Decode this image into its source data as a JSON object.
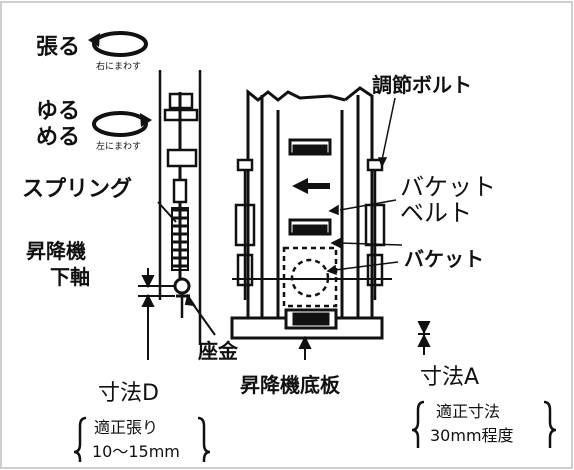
{
  "labels": {
    "tighten": "張る",
    "tighten_note": "右にまわす",
    "loosen_line1": "ゆる",
    "loosen_line2": "める",
    "loosen_note": "左にまわす",
    "spring": "スプリング",
    "lower_shaft_line1": "昇降機",
    "lower_shaft_line2": "下軸",
    "washer": "座金",
    "adjust_bolt": "調節ボルト",
    "bucket_belt_line1": "バケット",
    "bucket_belt_line2": "ベルト",
    "bucket": "バケット",
    "base_plate": "昇降機底板",
    "dim_d": "寸法D",
    "dim_d_note1": "適正張り",
    "dim_d_note2": "10～15mm",
    "dim_a": "寸法A",
    "dim_a_note1": "適正寸法",
    "dim_a_note2": "30mm程度"
  }
}
